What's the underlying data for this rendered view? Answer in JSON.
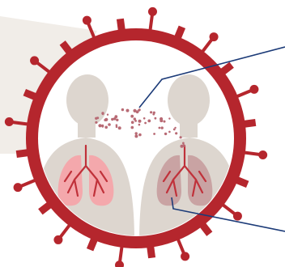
{
  "figure": {
    "subject": "virus-transmission-between-people",
    "icons": [
      "virus-ring-icon",
      "person-left-icon",
      "person-right-icon",
      "healthy-lungs-icon",
      "infected-lungs-icon",
      "respiratory-droplets-icon",
      "callout-leader-lines"
    ],
    "colors": {
      "background_panel": "#f1ede8",
      "virus_red": "#b5262d",
      "person_fill": "#ddd6cf",
      "lungs_healthy": "#f4a8ac",
      "lungs_infected": "#c9a3a3",
      "airway_red": "#c0313a",
      "droplets": "#b86a74",
      "leader_line": "#1c3b78"
    },
    "droplet_count": 60
  }
}
